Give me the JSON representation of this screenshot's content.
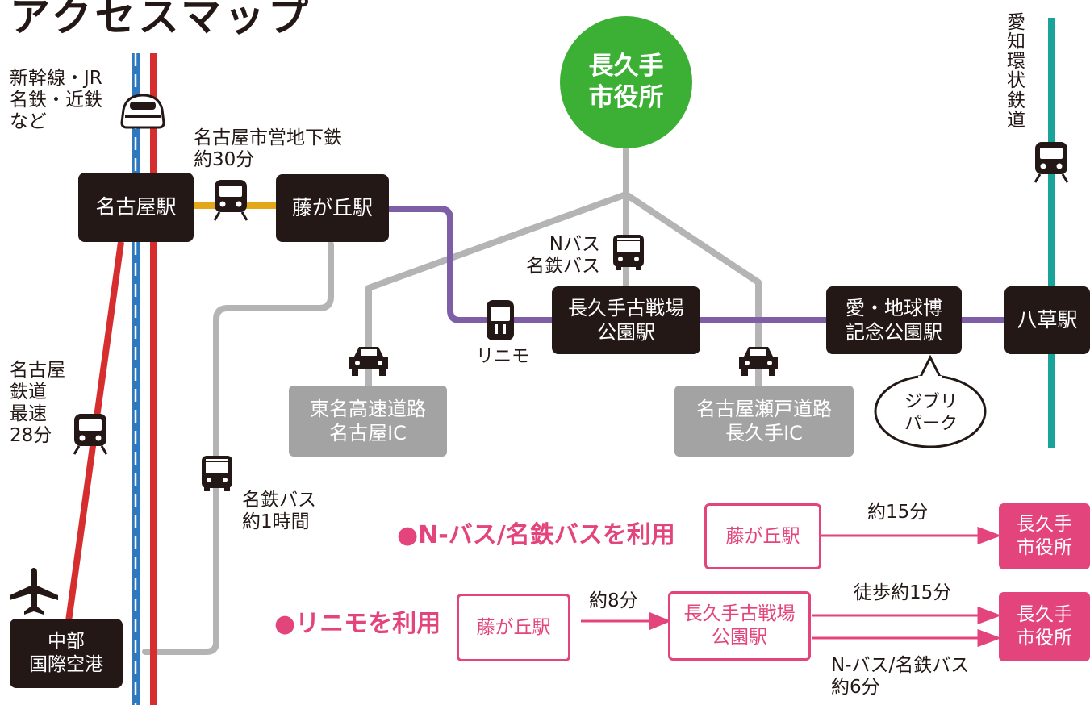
{
  "title": "アクセスマップ",
  "colors": {
    "text": "#231815",
    "station_box": "#231815",
    "ic_box": "#a3a3a3",
    "city_hall": "#3cb034",
    "linimo": "#7f5ea8",
    "subway": "#e5a71a",
    "meitetsu": "#d62e2f",
    "jr": "#2e78c0",
    "aichi_loop": "#1aa39a",
    "road": "#b4b4b4",
    "accent": "#e4447c"
  },
  "map": {
    "city_hall": [
      "長久手",
      "市役所"
    ],
    "shinkansen_label": [
      "新幹線・JR",
      "名鉄・近鉄",
      "など"
    ],
    "subway_label": [
      "名古屋市営地下鉄",
      "約30分"
    ],
    "nagoya_station": "名古屋駅",
    "fujigaoka_station": "藤が丘駅",
    "bus_label": [
      "Nバス",
      "名鉄バス"
    ],
    "linimo_label": "リニモ",
    "kosenjo_station": [
      "長久手古戦場",
      "公園駅"
    ],
    "expo_station": [
      "愛・地球博",
      "記念公園駅"
    ],
    "yakusa_station": "八草駅",
    "aichi_loop_label": "愛知環状鉄道",
    "ghibli_bubble": [
      "ジブリ",
      "パーク"
    ],
    "tomei_ic": [
      "東名高速道路",
      "名古屋IC"
    ],
    "seto_ic": [
      "名古屋瀬戸道路",
      "長久手IC"
    ],
    "meitetsu_label": [
      "名古屋",
      "鉄道",
      "最速",
      "28分"
    ],
    "meitetsu_bus_label": [
      "名鉄バス",
      "約1時間"
    ],
    "chubu_airport": [
      "中部",
      "国際空港"
    ],
    "icons": [
      "shinkansen-icon",
      "train-icon",
      "bus-icon",
      "linimo-icon",
      "car-icon",
      "airplane-icon"
    ]
  },
  "routes": {
    "bus_route": {
      "heading": "●N-バス/名鉄バスを利用",
      "from": "藤が丘駅",
      "time": "約15分",
      "to": [
        "長久手",
        "市役所"
      ]
    },
    "linimo_route": {
      "heading": "●リニモを利用",
      "from": "藤が丘駅",
      "time1": "約8分",
      "via": [
        "長久手古戦場",
        "公園駅"
      ],
      "walk": "徒歩約15分",
      "bus": [
        "N-バス/名鉄バス",
        "約6分"
      ],
      "to": [
        "長久手",
        "市役所"
      ]
    }
  }
}
